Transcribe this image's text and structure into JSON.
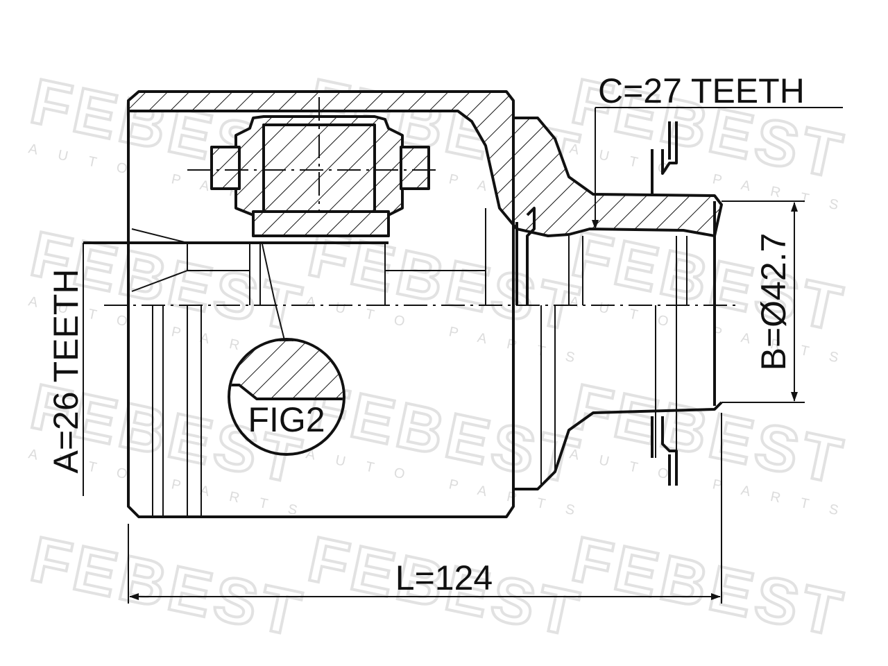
{
  "watermark": {
    "brand": "FEBEST",
    "tagline": "AUTO PARTS"
  },
  "labels": {
    "c_teeth": "C=27 TEETH",
    "a_teeth": "A=26 TEETH",
    "b_diameter": "B=Ø42.7",
    "length": "L=124",
    "fig2": "FIG2"
  },
  "colors": {
    "line": "#111111",
    "watermark": "#e2e2e2",
    "background": "#ffffff"
  }
}
